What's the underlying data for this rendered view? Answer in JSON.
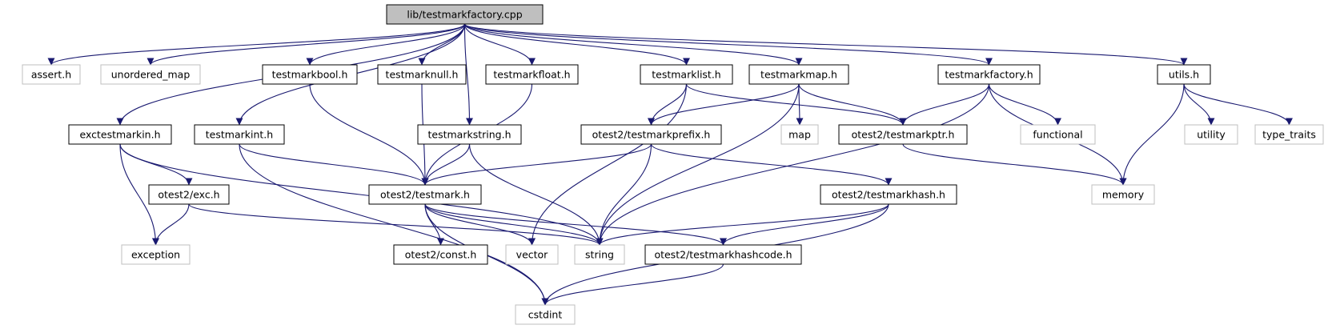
{
  "diagram": {
    "colors": {
      "edge": "#191970",
      "root_fill": "#bfbfbf",
      "root_stroke": "#000000",
      "local_fill": "#ffffff",
      "local_stroke": "#000000",
      "system_fill": "#ffffff",
      "system_stroke": "#bfbfbf"
    },
    "nodes": [
      {
        "id": "root",
        "label": "lib/testmarkfactory.cpp",
        "kind": "root"
      },
      {
        "id": "assert",
        "label": "assert.h",
        "kind": "system"
      },
      {
        "id": "unordered_map",
        "label": "unordered_map",
        "kind": "system"
      },
      {
        "id": "testmarkbool",
        "label": "testmarkbool.h",
        "kind": "local"
      },
      {
        "id": "testmarknull",
        "label": "testmarknull.h",
        "kind": "local"
      },
      {
        "id": "testmarkfloat",
        "label": "testmarkfloat.h",
        "kind": "local"
      },
      {
        "id": "testmarklist",
        "label": "testmarklist.h",
        "kind": "local"
      },
      {
        "id": "testmarkmap",
        "label": "testmarkmap.h",
        "kind": "local"
      },
      {
        "id": "testmarkfactory_h",
        "label": "testmarkfactory.h",
        "kind": "local"
      },
      {
        "id": "utils",
        "label": "utils.h",
        "kind": "local"
      },
      {
        "id": "exctestmarkin",
        "label": "exctestmarkin.h",
        "kind": "local"
      },
      {
        "id": "testmarkint",
        "label": "testmarkint.h",
        "kind": "local"
      },
      {
        "id": "testmarkstring",
        "label": "testmarkstring.h",
        "kind": "local"
      },
      {
        "id": "testmarkprefix",
        "label": "otest2/testmarkprefix.h",
        "kind": "local"
      },
      {
        "id": "map",
        "label": "map",
        "kind": "system"
      },
      {
        "id": "testmarkptr",
        "label": "otest2/testmarkptr.h",
        "kind": "local"
      },
      {
        "id": "functional",
        "label": "functional",
        "kind": "system"
      },
      {
        "id": "utility",
        "label": "utility",
        "kind": "system"
      },
      {
        "id": "type_traits",
        "label": "type_traits",
        "kind": "system"
      },
      {
        "id": "exc",
        "label": "otest2/exc.h",
        "kind": "local"
      },
      {
        "id": "testmark",
        "label": "otest2/testmark.h",
        "kind": "local"
      },
      {
        "id": "testmarkhash",
        "label": "otest2/testmarkhash.h",
        "kind": "local"
      },
      {
        "id": "memory",
        "label": "memory",
        "kind": "system"
      },
      {
        "id": "exception",
        "label": "exception",
        "kind": "system"
      },
      {
        "id": "const",
        "label": "otest2/const.h",
        "kind": "local"
      },
      {
        "id": "vector",
        "label": "vector",
        "kind": "system"
      },
      {
        "id": "string",
        "label": "string",
        "kind": "system"
      },
      {
        "id": "testmarkhashcode",
        "label": "otest2/testmarkhashcode.h",
        "kind": "local"
      },
      {
        "id": "cstdint",
        "label": "cstdint",
        "kind": "system"
      }
    ],
    "edges": [
      [
        "root",
        "assert"
      ],
      [
        "root",
        "unordered_map"
      ],
      [
        "root",
        "testmarkbool"
      ],
      [
        "root",
        "testmarknull"
      ],
      [
        "root",
        "testmarkfloat"
      ],
      [
        "root",
        "testmarklist"
      ],
      [
        "root",
        "testmarkmap"
      ],
      [
        "root",
        "testmarkfactory_h"
      ],
      [
        "root",
        "utils"
      ],
      [
        "root",
        "exctestmarkin"
      ],
      [
        "root",
        "testmarkint"
      ],
      [
        "root",
        "testmarkstring"
      ],
      [
        "testmarkbool",
        "testmark"
      ],
      [
        "testmarknull",
        "testmark"
      ],
      [
        "testmarkfloat",
        "testmark"
      ],
      [
        "testmarklist",
        "testmarkprefix"
      ],
      [
        "testmarklist",
        "testmarkptr"
      ],
      [
        "testmarklist",
        "vector"
      ],
      [
        "testmarkmap",
        "testmarkprefix"
      ],
      [
        "testmarkmap",
        "map"
      ],
      [
        "testmarkmap",
        "testmarkptr"
      ],
      [
        "testmarkmap",
        "string"
      ],
      [
        "testmarkfactory_h",
        "testmarkptr"
      ],
      [
        "testmarkfactory_h",
        "functional"
      ],
      [
        "testmarkfactory_h",
        "memory"
      ],
      [
        "testmarkfactory_h",
        "string"
      ],
      [
        "utils",
        "memory"
      ],
      [
        "utils",
        "utility"
      ],
      [
        "utils",
        "type_traits"
      ],
      [
        "exctestmarkin",
        "exc"
      ],
      [
        "exctestmarkin",
        "exception"
      ],
      [
        "exctestmarkin",
        "string"
      ],
      [
        "testmarkint",
        "testmark"
      ],
      [
        "testmarkint",
        "cstdint"
      ],
      [
        "testmarkstring",
        "testmark"
      ],
      [
        "testmarkstring",
        "string"
      ],
      [
        "testmarkprefix",
        "testmark"
      ],
      [
        "testmarkprefix",
        "testmarkhash"
      ],
      [
        "testmarkprefix",
        "string"
      ],
      [
        "testmarkptr",
        "memory"
      ],
      [
        "exc",
        "exception"
      ],
      [
        "exc",
        "string"
      ],
      [
        "testmark",
        "const"
      ],
      [
        "testmark",
        "vector"
      ],
      [
        "testmark",
        "string"
      ],
      [
        "testmark",
        "testmarkhashcode"
      ],
      [
        "testmark",
        "cstdint"
      ],
      [
        "testmarkhash",
        "string"
      ],
      [
        "testmarkhash",
        "testmarkhashcode"
      ],
      [
        "testmarkhash",
        "cstdint"
      ],
      [
        "testmarkhashcode",
        "cstdint"
      ]
    ]
  }
}
